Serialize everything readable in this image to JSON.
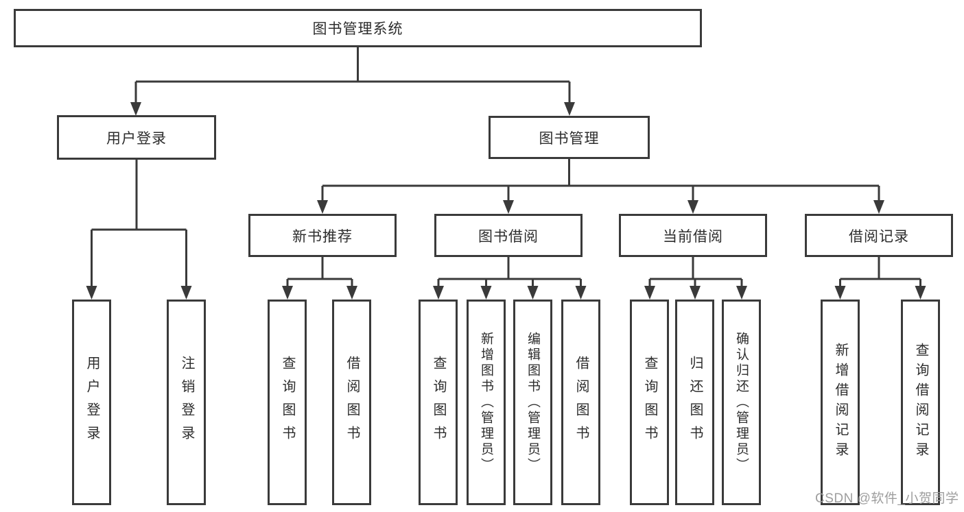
{
  "diagram": {
    "root": {
      "label": "图书管理系统"
    },
    "level2": {
      "user_login": {
        "label": "用户登录"
      },
      "book_management": {
        "label": "图书管理"
      }
    },
    "level3": {
      "new_book_recommend": {
        "label": "新书推荐"
      },
      "book_borrowing": {
        "label": "图书借阅"
      },
      "current_borrowing": {
        "label": "当前借阅"
      },
      "borrow_records": {
        "label": "借阅记录"
      }
    },
    "leaves": {
      "user_login": [
        "用户登录",
        "注销登录"
      ],
      "new_book_recommend": [
        "查询图书",
        "借阅图书"
      ],
      "book_borrowing": [
        "查询图书",
        "新增图书（管理员）",
        "编辑图书（管理员）",
        "借阅图书"
      ],
      "current_borrowing": [
        "查询图书",
        "归还图书",
        "确认归还（管理员）"
      ],
      "borrow_records": [
        "新增借阅记录",
        "查询借阅记录"
      ]
    }
  },
  "watermark": {
    "text": "CSDN @软件_小贺同学"
  },
  "colors": {
    "line": "#3a3a3a",
    "box_border": "#3a3a3a",
    "text": "#2d2d2d",
    "watermark": "#9e9e9e",
    "background": "#ffffff"
  }
}
